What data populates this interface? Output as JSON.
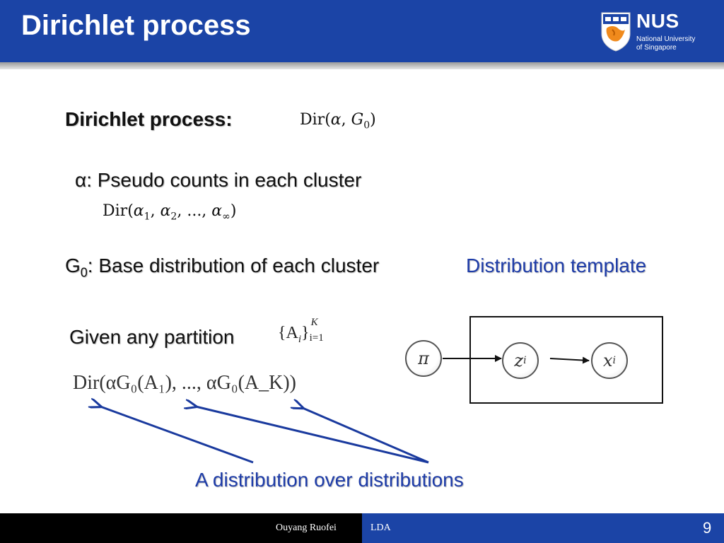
{
  "slide": {
    "title": "Dirichlet process",
    "logo": {
      "wordmark": "NUS",
      "line1": "National University",
      "line2": "of Singapore"
    }
  },
  "content": {
    "dp_label": "Dirichlet process:",
    "dp_formula": {
      "pre": "Dir(",
      "alpha": "α",
      "comma": ", ",
      "g": "G",
      "g_sub": "0",
      "post": ")"
    },
    "alpha_line": "α: Pseudo counts in each cluster",
    "alpha_formula": {
      "pre": "Dir(",
      "a1": "α",
      "s1": "1",
      "sep1": ", ",
      "a2": "α",
      "s2": "2",
      "mid": ", ..., ",
      "ainf": "α",
      "sinf": "∞",
      "post": ")"
    },
    "g0_letter": "G",
    "g0_sub": "0",
    "g0_rest": ": Base distribution of each cluster",
    "template_label": "Distribution template",
    "partition_text": "Given any partition",
    "partition_set": {
      "open": "{A",
      "i": "i",
      "close": "}",
      "sup": "K",
      "sub": "i=1"
    },
    "partition_formula": "Dir(αG₀(A₁), ..., αG₀(A_K))",
    "bottom_caption": "A distribution over distributions"
  },
  "diagram": {
    "pi": "π",
    "z": {
      "base": "z",
      "sub": "i"
    },
    "x": {
      "base": "x",
      "sub": "i"
    }
  },
  "footer": {
    "author": "Ouyang Ruofei",
    "topic": "LDA",
    "page": "9"
  },
  "colors": {
    "header_blue": "#1b44a6",
    "text_blue": "#1e3ca8",
    "arrow_blue": "#1a3a9e",
    "logo_orange": "#f08a1c"
  }
}
